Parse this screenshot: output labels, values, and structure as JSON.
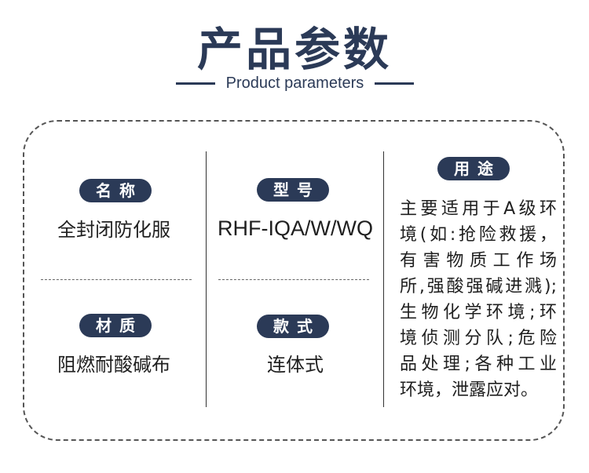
{
  "header": {
    "title": "产品参数",
    "subtitle": "Product parameters"
  },
  "colors": {
    "accent": "#2b3a57",
    "text": "#1f1f1f",
    "border": "#555555"
  },
  "params": {
    "name": {
      "label": "名称",
      "value": "全封闭防化服"
    },
    "model": {
      "label": "型号",
      "value": "RHF-IQA/W/WQ"
    },
    "material": {
      "label": "材质",
      "value": "阻燃耐酸碱布"
    },
    "style": {
      "label": "款式",
      "value": "连体式"
    },
    "usage": {
      "label": "用途",
      "lines": [
        "主要适用于A级环",
        "境(如:抢险救援，",
        "有害物质工作场",
        "所,强酸强碱进溅);",
        "生物化学环境;环",
        "境侦测分队;危险",
        "品处理;各种工业",
        "环境，泄露应对。"
      ]
    }
  }
}
